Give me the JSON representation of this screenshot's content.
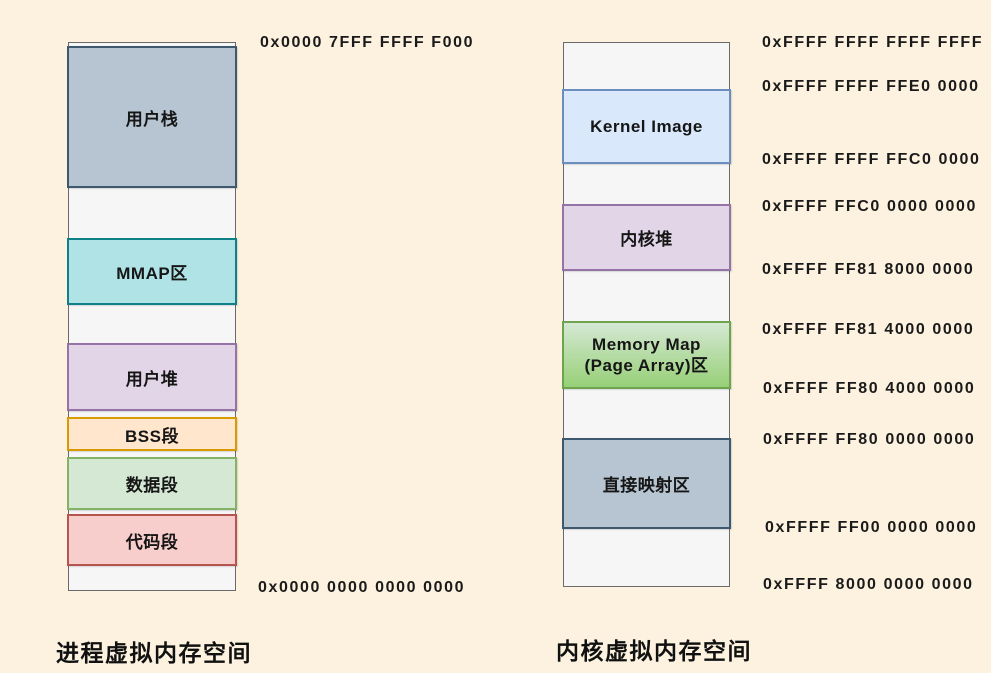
{
  "page": {
    "background_color": "#fcf2df",
    "text_color": "#161616",
    "box_fill": "#f6f6f7",
    "box_border": "#6a6a6a"
  },
  "process_space": {
    "title": "进程虚拟内存空间",
    "top_address": "0x0000 7FFF FFFF F000",
    "bottom_address": "0x0000 0000 0000 0000",
    "segments": [
      {
        "label": "用户栈",
        "fill": "#b7c5d2",
        "stroke": "#3d586f"
      },
      {
        "label": "MMAP区",
        "fill": "#b0e3e6",
        "stroke": "#0e8088"
      },
      {
        "label": "用户堆",
        "fill": "#e1d5e7",
        "stroke": "#9673a6"
      },
      {
        "label": "BSS段",
        "fill": "#ffe6cc",
        "stroke": "#d79b00"
      },
      {
        "label": "数据段",
        "fill": "#d5e8d4",
        "stroke": "#82b366"
      },
      {
        "label": "代码段",
        "fill": "#f8cecc",
        "stroke": "#b85450"
      }
    ]
  },
  "kernel_space": {
    "title": "内核虚拟内存空间",
    "segments": [
      {
        "label": "Kernel Image",
        "fill": "#dae8fc",
        "stroke": "#6c8ebf"
      },
      {
        "label": "内核堆",
        "fill": "#e1d5e7",
        "stroke": "#9673a6"
      },
      {
        "label_lines": [
          "Memory Map",
          "(Page Array)区"
        ],
        "fill_top": "#d5e8d4",
        "fill_bottom": "#97d077",
        "stroke": "#6fa44e"
      },
      {
        "label": "直接映射区",
        "fill": "#b7c5d2",
        "stroke": "#3d586f"
      }
    ],
    "addresses": [
      "0xFFFF FFFF FFFF FFFF",
      "0xFFFF FFFF FFE0 0000",
      "0xFFFF FFFF FFC0 0000",
      "0xFFFF FFC0 0000 0000",
      "0xFFFF FF81 8000 0000",
      "0xFFFF FF81 4000 0000",
      "0xFFFF FF80 4000 0000",
      "0xFFFF FF80 0000 0000",
      "0xFFFF FF00 0000 0000",
      "0xFFFF 8000 0000 0000"
    ]
  }
}
